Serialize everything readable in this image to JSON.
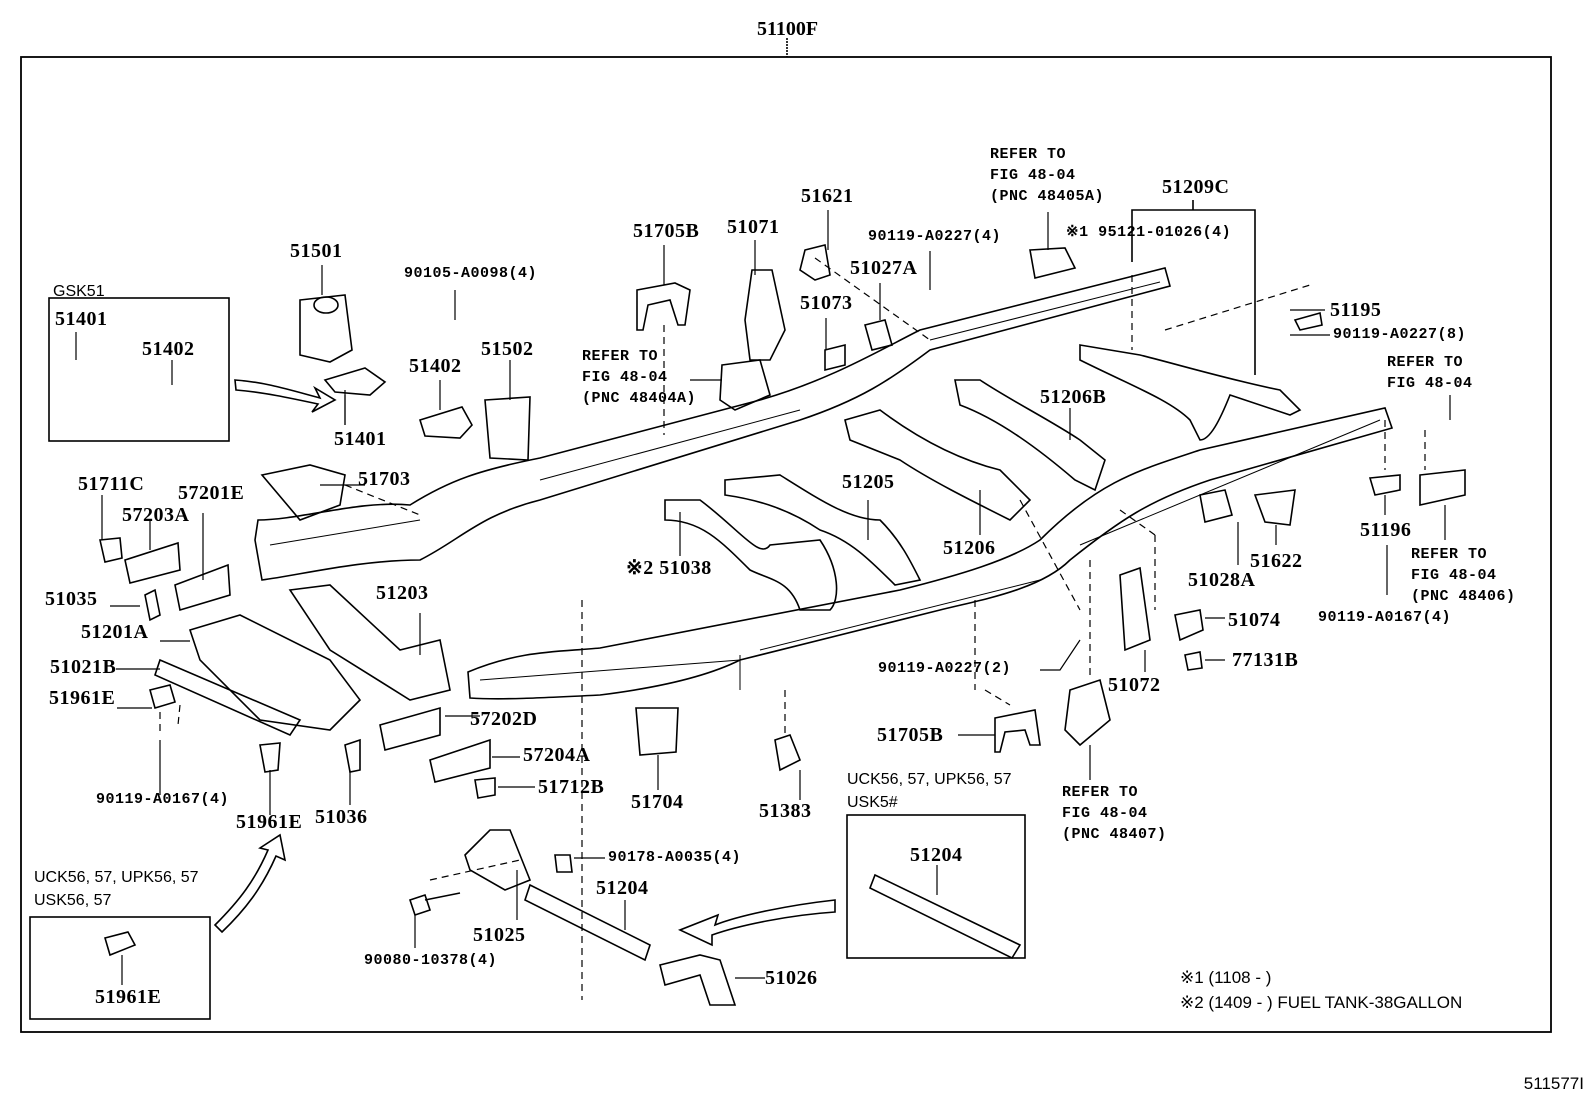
{
  "diagram": {
    "assembly_number": "51100F",
    "figure_code": "511577I",
    "footnotes": [
      "※1 (1108 -     )",
      "※2 (1409 -     ) FUEL TANK-38GALLON"
    ],
    "insets": {
      "gsk51": {
        "title": "GSK51",
        "parts": [
          "51401",
          "51402"
        ]
      },
      "uck_left": {
        "title_line1": "UCK56, 57, UPK56, 57",
        "title_line2": "USK56, 57",
        "part": "51961E"
      },
      "uck_right": {
        "title_line1": "UCK56, 57, UPK56, 57",
        "title_line2": "USK5#",
        "part": "51204"
      }
    },
    "refer_notes": {
      "r48404a": {
        "l1": "REFER TO",
        "l2": "FIG 48-04",
        "l3": "(PNC 48404A)"
      },
      "r48405a": {
        "l1": "REFER TO",
        "l2": "FIG 48-04",
        "l3": "(PNC 48405A)"
      },
      "rright": {
        "l1": "REFER TO",
        "l2": "FIG 48-04"
      },
      "r48406": {
        "l1": "REFER TO",
        "l2": "FIG 48-04",
        "l3": "(PNC 48406)"
      },
      "r48407": {
        "l1": "REFER TO",
        "l2": "FIG 48-04",
        "l3": "(PNC 48407)"
      }
    },
    "parts": {
      "p51501": "51501",
      "p90105": "90105-A0098(4)",
      "p51402": "51402",
      "p51502": "51502",
      "p51401": "51401",
      "p51705b_top": "51705B",
      "p51071": "51071",
      "p51621": "51621",
      "p51027a": "51027A",
      "p51073": "51073",
      "p90119_a0227_4": "90119-A0227(4)",
      "p195121": "※1 95121-01026(4)",
      "p51209c": "51209C",
      "p51195": "51195",
      "p90119_a0227_8": "90119-A0227(8)",
      "p51206b": "51206B",
      "p51711c": "51711C",
      "p57201e": "57201E",
      "p57203a": "57203A",
      "p51703": "51703",
      "p51035": "51035",
      "p51201a": "51201A",
      "p51203": "51203",
      "p51021b": "51021B",
      "p51961e_1": "51961E",
      "p90119_a0167_l": "90119-A0167(4)",
      "p51961e_2": "51961E",
      "p51036": "51036",
      "p57202d": "57202D",
      "p57204a": "57204A",
      "p51712b": "51712B",
      "p51038": "※2 51038",
      "p51205": "51205",
      "p51206": "51206",
      "p51704": "51704",
      "p51383": "51383",
      "p90119_a0227_2": "90119-A0227(2)",
      "p51705b_bot": "51705B",
      "p51072": "51072",
      "p51028a": "51028A",
      "p51622": "51622",
      "p51196": "51196",
      "p90119_a0167_r": "90119-A0167(4)",
      "p51074": "51074",
      "p77131b": "77131B",
      "p90178": "90178-A0035(4)",
      "p51204": "51204",
      "p51025": "51025",
      "p90080": "90080-10378(4)",
      "p51026": "51026"
    }
  }
}
